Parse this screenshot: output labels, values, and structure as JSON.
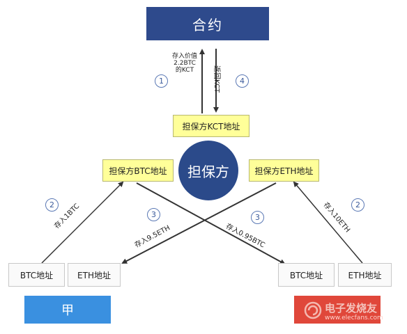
{
  "nodes": {
    "contract": "合约",
    "guarantor": "担保方",
    "guarantor_kct_address": "担保方KCT地址",
    "guarantor_btc_address": "担保方BTC地址",
    "guarantor_eth_address": "担保方ETH地址",
    "jia_btc_address": "BTC地址",
    "jia_eth_address": "ETH地址",
    "yi_btc_address": "BTC地址",
    "yi_eth_address": "ETH地址",
    "jia": "甲"
  },
  "steps": {
    "s1_num": "1",
    "s1_label": "存入价值2.2BTC的KCT",
    "s4_num": "4",
    "s4_label": "返回KCT",
    "s2_left_num": "2",
    "s2_left_label": "存入1BTC",
    "s2_right_num": "2",
    "s2_right_label": "存入10ETH",
    "s3_left_num": "3",
    "s3_left_label": "存入9.5ETH",
    "s3_right_num": "3",
    "s3_right_label": "存入0.95BTC"
  },
  "watermark": {
    "logo_text": "电子发烧友",
    "url": "www.elecfans.com"
  },
  "colors": {
    "contract_bg": "#2e4a8c",
    "guarantor_bg": "#2b4a8a",
    "address_bg": "#ffff99",
    "jia_bg": "#3a90e0",
    "yi_bg": "#e0473a"
  }
}
